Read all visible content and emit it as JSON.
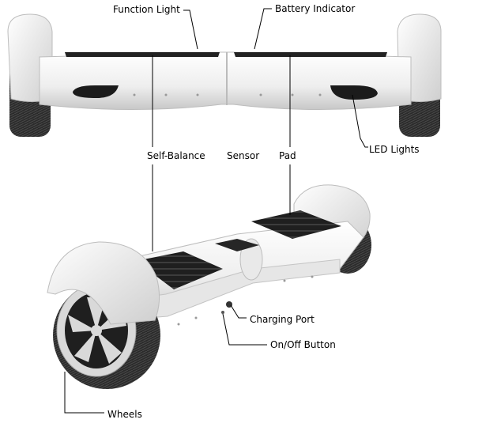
{
  "labels": {
    "function_light": "Function Light",
    "battery_indicator": "Battery Indicator",
    "self_balance": "Self-Balance",
    "sensor": "Sensor",
    "pad": "Pad",
    "led_lights": "LED Lights",
    "charging_port": "Charging Port",
    "on_off_button": "On/Off Button",
    "wheels": "Wheels"
  },
  "colors": {
    "body": "#f4f4f4",
    "body_shadow": "#cfcfcf",
    "tire": "#2a2a2a",
    "pad": "#1e1e1e",
    "leader": "#000000"
  }
}
